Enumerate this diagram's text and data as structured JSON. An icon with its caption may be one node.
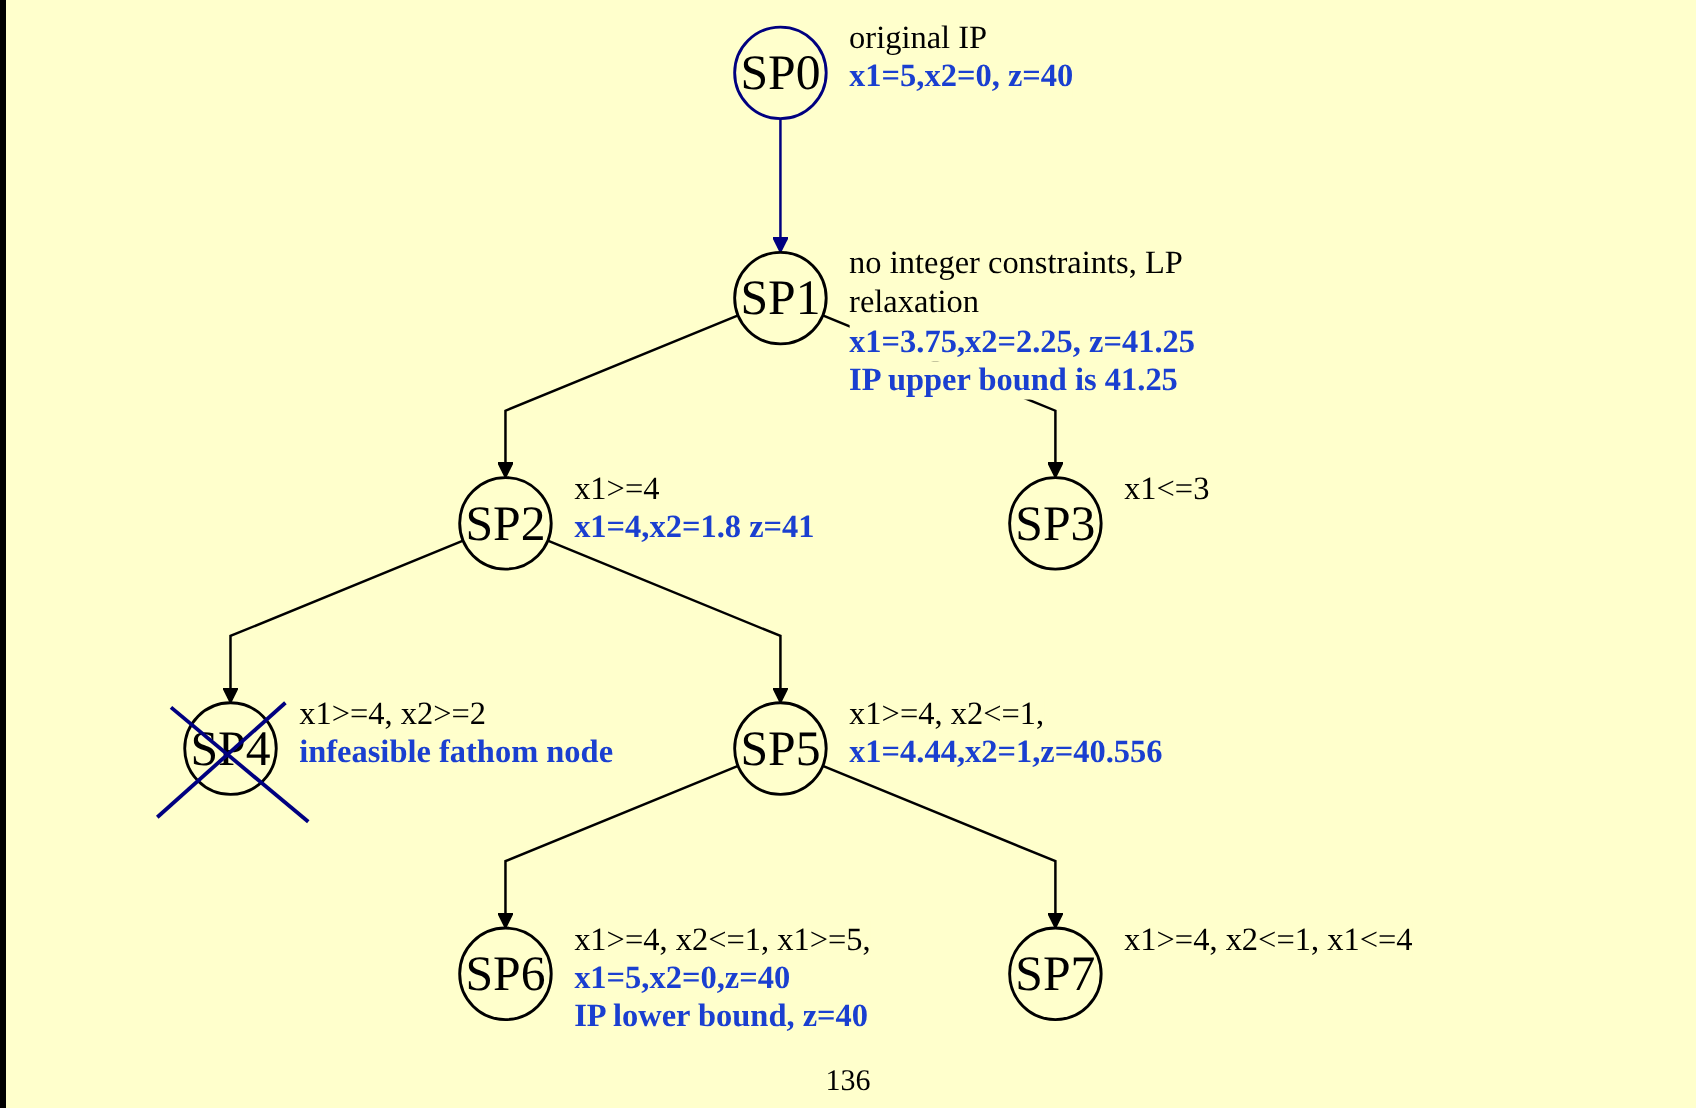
{
  "diagram": {
    "nodes": [
      {
        "text": [
          "SP0"
        ],
        "beside": [
          "original IP",
          "x1=5,x2=0, z=40"
        ]
      },
      {
        "text": [
          "SP1"
        ],
        "beside": [
          "no integer constraints, LP relaxation",
          "x1=3.75,x2=2.25, z=41.25",
          "IP upper bound is 41.25"
        ]
      },
      {
        "text": [
          "SP2"
        ],
        "beside": [
          "x1>=4",
          "x1=4,x2=1.8 z=41"
        ]
      },
      {
        "text": [
          "SP3"
        ],
        "beside": [
          "x1<=3"
        ]
      },
      {
        "text": [
          "SP4"
        ],
        "beside": [
          "x1>=4, x2>=2",
          "infeasible fathom node"
        ]
      },
      {
        "text": [
          "SP5"
        ],
        "beside": [
          "x1>=4, x2<=1,",
          "x1=4.44,x2=1,z=40.556"
        ]
      },
      {
        "text": [
          "SP6"
        ],
        "beside": [
          "x1>=4, x2<=1, x1>=5,",
          "x1=5,x2=0,z=40",
          "IP lower bound, z=40"
        ]
      },
      {
        "text": [
          "SP7"
        ],
        "beside": [
          "x1>=4, x2<=1, x1<=4"
        ]
      }
    ],
    "edges": [
      {
        "from": 0,
        "to": 1,
        "arrow": "to",
        "color": "#000080"
      },
      {
        "from": 1,
        "to": 2,
        "arrow": "to"
      },
      {
        "from": 1,
        "to": 3,
        "arrow": "to"
      },
      {
        "from": 2,
        "to": 4,
        "arrow": "to"
      },
      {
        "from": 2,
        "to": 5,
        "arrow": "to"
      },
      {
        "from": 5,
        "to": 6,
        "arrow": "to"
      },
      {
        "from": 5,
        "to": 7,
        "arrow": "to"
      }
    ],
    "labels": [
      "136"
    ]
  }
}
